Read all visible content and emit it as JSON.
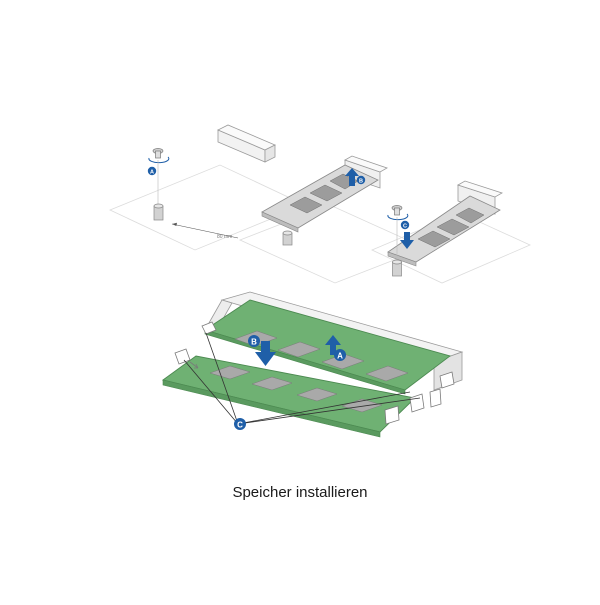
{
  "caption": "Speicher installieren",
  "measure_label": "80 mm",
  "callouts": {
    "a": "A",
    "b": "B",
    "c": "C"
  },
  "colors": {
    "pcb_green": "#6fb173",
    "chip_gray": "#a9a9a9",
    "callout_blue": "#1f5fa8",
    "outline_gray": "#9a9a9a"
  },
  "icons": [
    "screw-icon",
    "rotate-arrow-icon",
    "push-down-arrow-icon",
    "lift-up-arrow-icon",
    "latch-clip-icon"
  ]
}
